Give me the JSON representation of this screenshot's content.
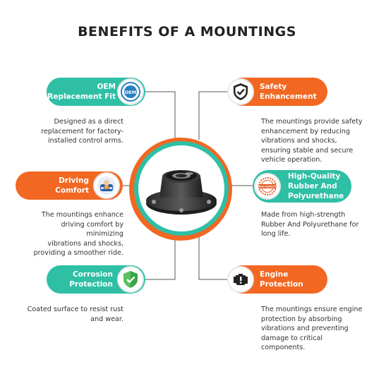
{
  "title": "BENEFITS OF A MOUNTINGS",
  "colors": {
    "teal": "#2ebfa5",
    "orange": "#f26722",
    "line": "#555555"
  },
  "benefits": [
    {
      "label_line1": "OEM",
      "label_line2": "Replacement Fit",
      "icon": "oem-badge-icon",
      "badge_text": "OEM",
      "desc": [
        "Designed as a direct",
        "replacement for factory-",
        "installed control arms."
      ]
    },
    {
      "label_line1": "Safety",
      "label_line2": "Enhancement",
      "icon": "shield-check-icon",
      "desc": [
        "The mountings provide safety",
        "enhancement by reducing",
        "vibrations and shocks,",
        "ensuring stable and secure",
        "vehicle operation."
      ]
    },
    {
      "label_line1": "Driving",
      "label_line2": "Comfort",
      "icon": "driver-car-icon",
      "desc": [
        "The mountings enhance",
        "driving comfort by minimizing",
        "vibrations and shocks,",
        "providing a smoother ride."
      ]
    },
    {
      "label_line1": "High-Quality",
      "label_line2": "Rubber And",
      "label_line3": "Polyurethane",
      "icon": "quality-seal-icon",
      "badge_text": "HIGH QUALITY",
      "desc": [
        "Made from high-strength",
        "Rubber And Polyurethane for",
        "long life."
      ]
    },
    {
      "label_line1": "Corrosion",
      "label_line2": "Protection",
      "icon": "shield-check-green-icon",
      "desc": [
        "Coated surface to resist rust",
        "and wear."
      ]
    },
    {
      "label_line1": "Engine",
      "label_line2": "Protection",
      "icon": "engine-warning-icon",
      "desc": [
        "The mountings ensure engine",
        "protection by absorbing",
        "vibrations and preventing",
        "damage to critical",
        "components."
      ]
    }
  ]
}
